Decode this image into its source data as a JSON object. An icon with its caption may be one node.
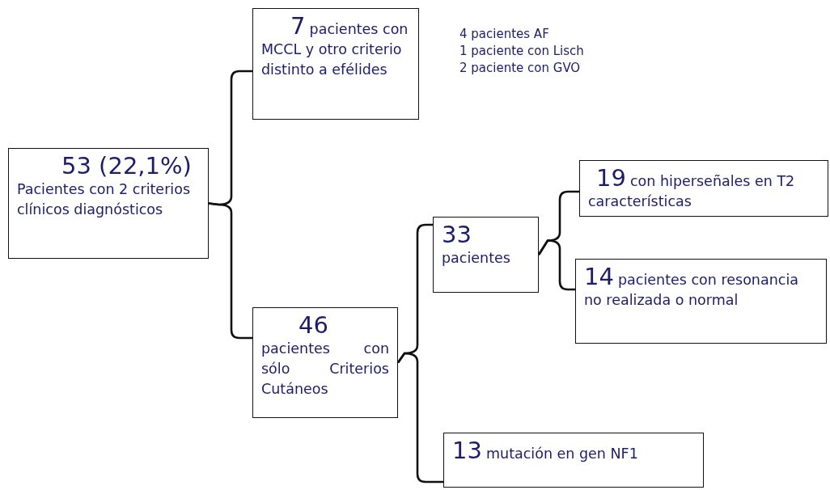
{
  "diagram": {
    "nodes": [
      {
        "text": [
          "53 (22,1%)",
          "Pacientes con 2 criterios clínicos diagnósticos"
        ]
      },
      {
        "text": [
          "7",
          "pacientes con MCCL y otro criterio distinto a efélides"
        ],
        "beside": [
          "4 pacientes AF",
          "1 paciente con Lisch",
          "2 paciente con GVO"
        ]
      },
      {
        "text": [
          "46",
          "pacientes con sólo Criterios Cutáneos"
        ]
      },
      {
        "text": [
          "33",
          "pacientes"
        ]
      },
      {
        "text": [
          "19",
          "con hiperseñales en T2 características"
        ]
      },
      {
        "text": [
          "14",
          "pacientes con resonancia no realizada o normal"
        ]
      },
      {
        "text": [
          "13",
          "mutación en gen NF1"
        ]
      }
    ],
    "edges": [
      {
        "from": 0,
        "to": 1,
        "arrow": "none"
      },
      {
        "from": 0,
        "to": 2,
        "arrow": "none"
      },
      {
        "from": 2,
        "to": 3,
        "arrow": "none"
      },
      {
        "from": 2,
        "to": 6,
        "arrow": "none"
      },
      {
        "from": 3,
        "to": 4,
        "arrow": "none"
      },
      {
        "from": 3,
        "to": 5,
        "arrow": "none"
      }
    ]
  }
}
